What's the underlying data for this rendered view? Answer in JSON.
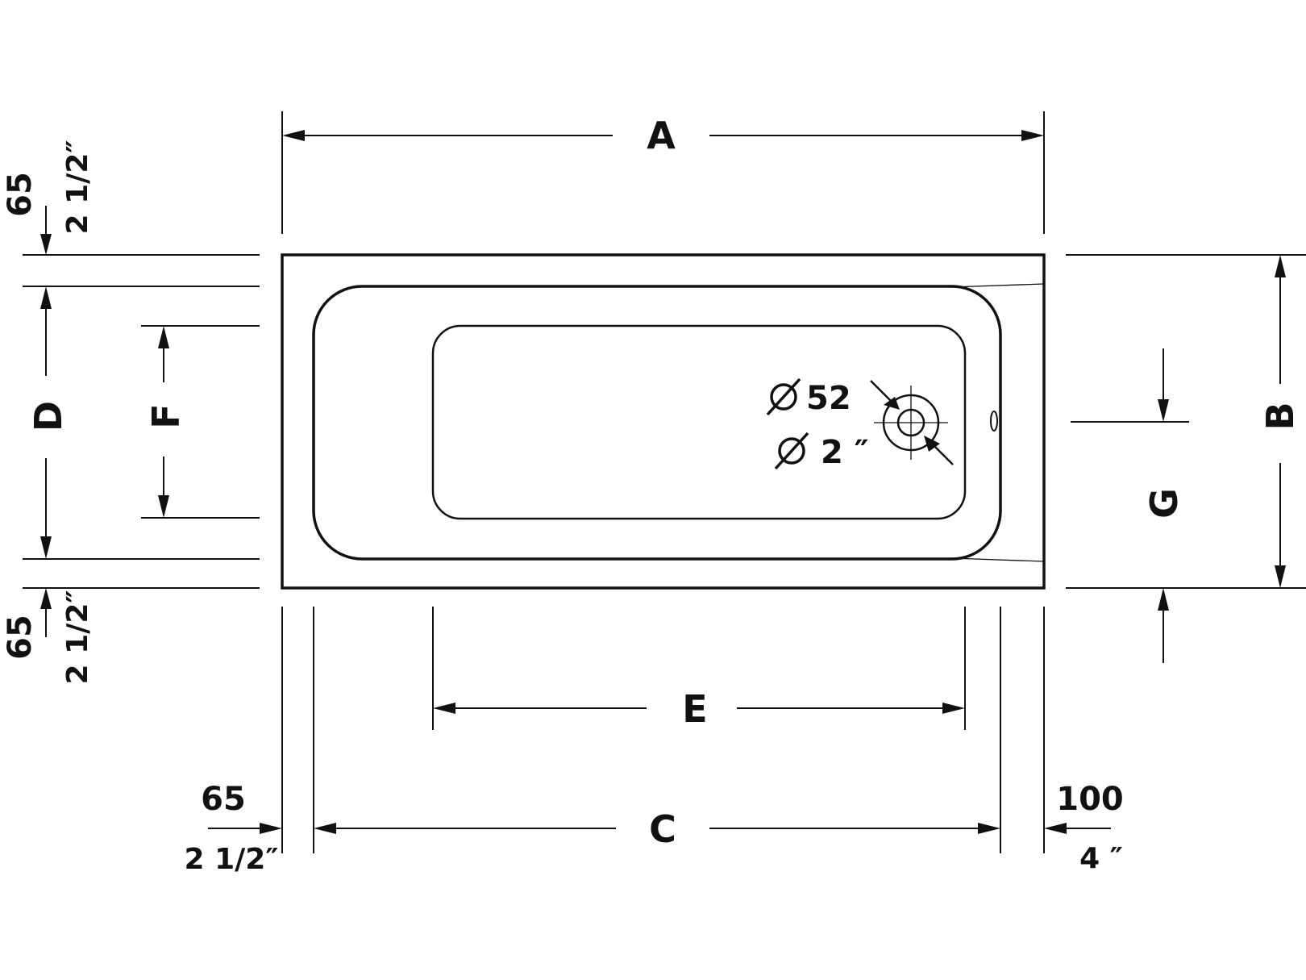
{
  "labels": {
    "a": "A",
    "b": "B",
    "c": "C",
    "d": "D",
    "e": "E",
    "f": "F",
    "g": "G"
  },
  "dims": {
    "top_mm": "65",
    "top_in": "2 1/2″",
    "bottom_mm": "65",
    "bottom_in": "2 1/2″",
    "left_mm": "65",
    "left_in": "2 1/2″",
    "right_mm": "100",
    "right_in": "4 ″",
    "drain_mm": "52",
    "drain_in": "2 ″"
  },
  "symbols": {
    "diameter_icon": "diameter-symbol"
  },
  "colors": {
    "line": "#111111",
    "background": "#ffffff"
  }
}
